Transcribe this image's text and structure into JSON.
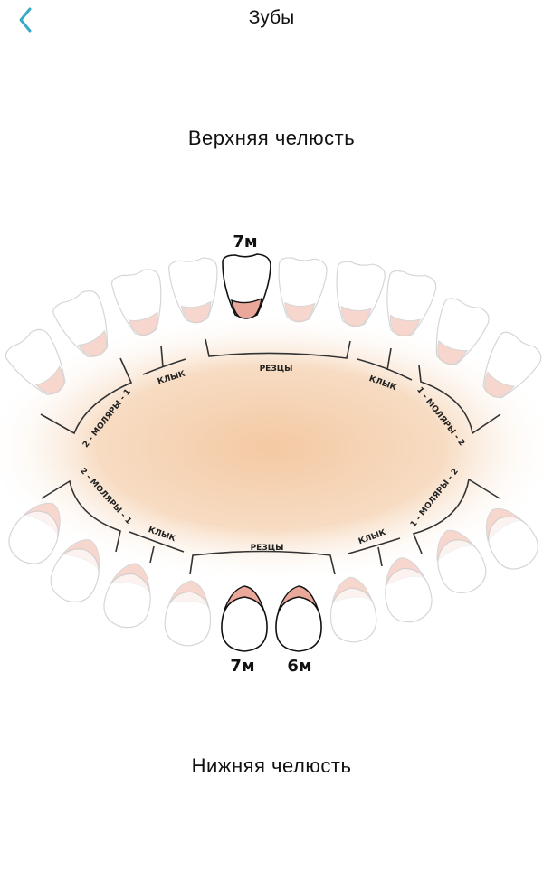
{
  "header": {
    "title": "Зубы",
    "back_icon": "chevron-left-icon"
  },
  "upper_jaw": {
    "title": "Верхняя челюсть",
    "labels": {
      "incisors": "РЕЗЦЫ",
      "canine_left": "КЛЫК",
      "canine_right": "КЛЫК",
      "molars_left": "2 - МОЛЯРЫ - 1",
      "molars_right": "1 - МОЛЯРЫ - 2"
    },
    "erupted": [
      {
        "tooth": 5,
        "age": "7м"
      }
    ]
  },
  "lower_jaw": {
    "title": "Нижняя челюсть",
    "labels": {
      "incisors": "РЕЗЦЫ",
      "canine_left": "КЛЫК",
      "canine_right": "КЛЫК",
      "molars_left": "2 - МОЛЯРЫ - 1",
      "molars_right": "1 - МОЛЯРЫ - 2"
    },
    "erupted": [
      {
        "tooth": 5,
        "age": "7м"
      },
      {
        "tooth": 6,
        "age": "6м"
      }
    ]
  },
  "colors": {
    "accent": "#3aa9c9",
    "gum": "#e9a89a",
    "glow": "#f6d3b4"
  }
}
